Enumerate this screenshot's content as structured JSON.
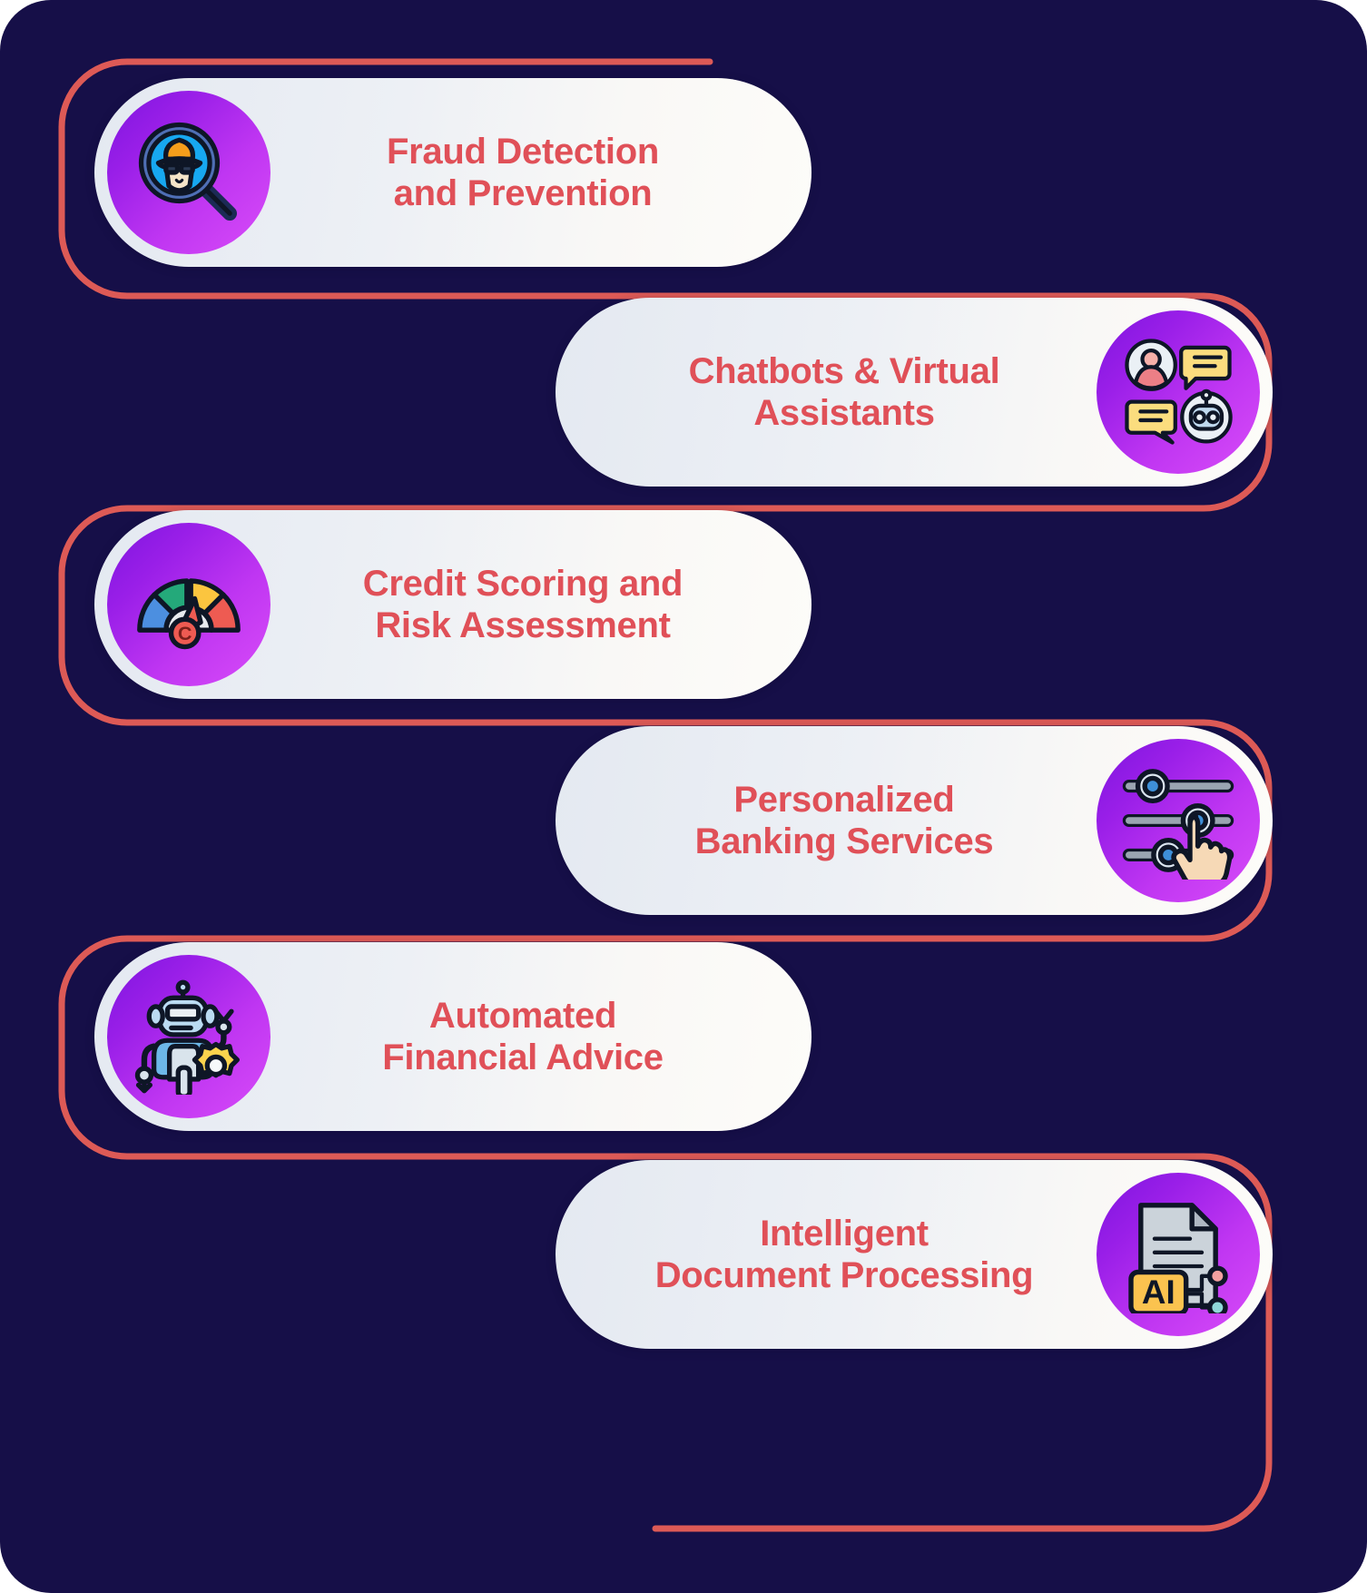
{
  "theme": {
    "background": "#160F48",
    "connector_line": "#DD5A56",
    "card_gradient_start": "#E4E9F1",
    "card_gradient_end": "#FDFCF9",
    "label_color": "#E05058",
    "badge_gradient_start": "#7D15DF",
    "badge_gradient_end": "#D84CF8"
  },
  "items": [
    {
      "id": "fraud-detection",
      "side": "left",
      "label": "Fraud Detection\nand Prevention",
      "icon": "magnifier-spy-icon"
    },
    {
      "id": "chatbots",
      "side": "right",
      "label": "Chatbots & Virtual\nAssistants",
      "icon": "chat-bot-avatar-icon"
    },
    {
      "id": "credit-scoring",
      "side": "left",
      "label": "Credit Scoring and\nRisk Assessment",
      "icon": "credit-gauge-icon"
    },
    {
      "id": "personalized-banking",
      "side": "right",
      "label": "Personalized\nBanking Services",
      "icon": "sliders-hand-icon"
    },
    {
      "id": "automated-advice",
      "side": "left",
      "label": "Automated\nFinancial Advice",
      "icon": "robot-gear-icon"
    },
    {
      "id": "document-processing",
      "side": "right",
      "label": "Intelligent\nDocument Processing",
      "icon": "ai-document-icon"
    }
  ]
}
